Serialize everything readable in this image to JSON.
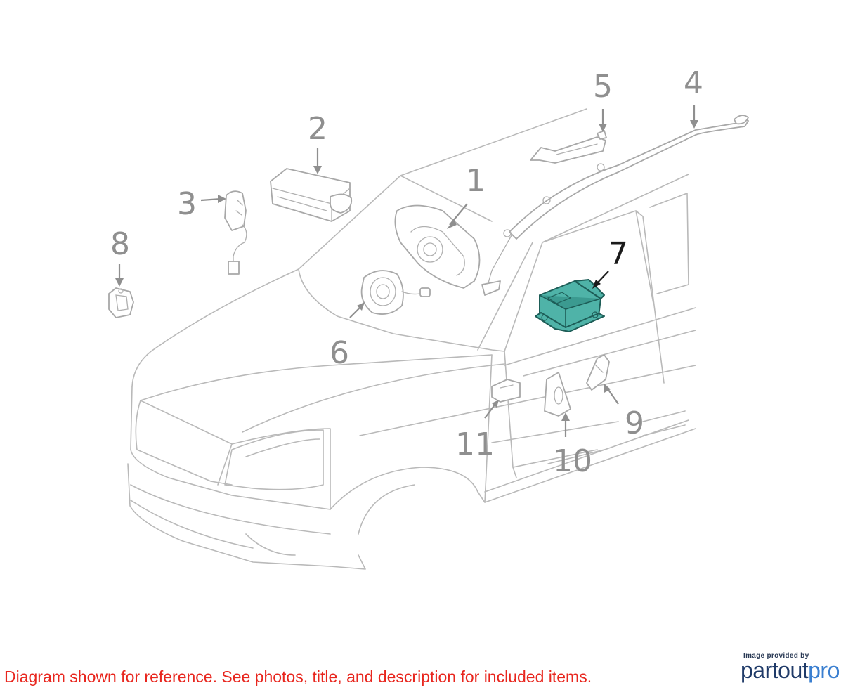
{
  "callouts": [
    {
      "num": "1"
    },
    {
      "num": "2"
    },
    {
      "num": "3"
    },
    {
      "num": "4"
    },
    {
      "num": "5"
    },
    {
      "num": "6"
    },
    {
      "num": "7"
    },
    {
      "num": "8"
    },
    {
      "num": "9"
    },
    {
      "num": "10"
    },
    {
      "num": "11"
    }
  ],
  "highlighted_part": "7",
  "colors": {
    "highlight_fill": "#4fb3a8",
    "line": "#b9b9b9",
    "disclaimer": "#e8261e",
    "logo_dark": "#1f3a68",
    "logo_light": "#3a7fd0"
  },
  "footer": {
    "disclaimer": "Diagram shown for reference. See photos, title, and description for included items.",
    "credit_small": "Image provided by",
    "logo_part1": "partout",
    "logo_part2": "pro"
  }
}
